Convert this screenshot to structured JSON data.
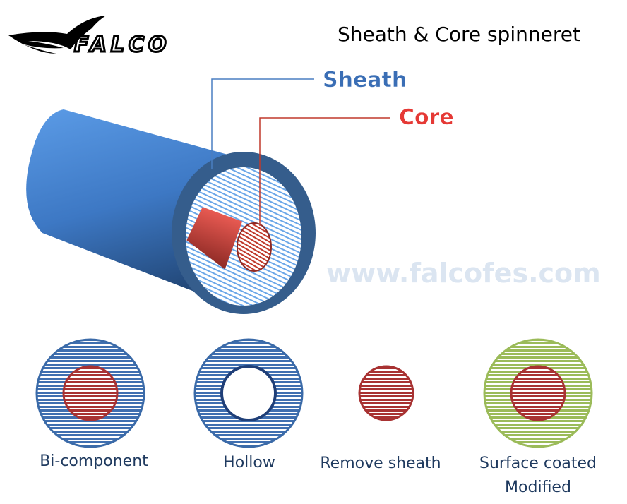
{
  "brand": {
    "logo_text": "FALCO"
  },
  "title": "Sheath & Core spinneret",
  "watermark": "www.falcofes.com",
  "callouts": {
    "sheath": "Sheath",
    "core": "Core"
  },
  "variants": [
    {
      "label": "Bi-component"
    },
    {
      "label": "Hollow"
    },
    {
      "label": "Remove sheath"
    },
    {
      "label": "Surface coated",
      "label2": "Modified"
    }
  ],
  "colors": {
    "sheath": "#3a6eb5",
    "core": "#c0392b",
    "coated": "#9bbb59",
    "title": "#000000"
  }
}
